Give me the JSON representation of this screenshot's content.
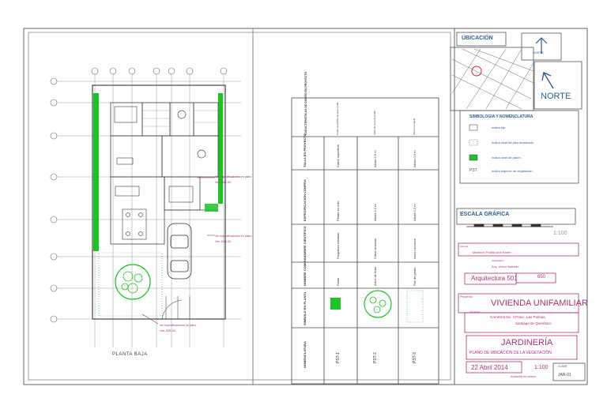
{
  "plan": {
    "title": "PLANTA BAJA",
    "callout_text": "Ver especificaciones en plano",
    "callout_ref": "Ver JAR-02"
  },
  "veg_table": {
    "headers": [
      "NOMENCLATURA",
      "SIMBOLO EN PLANTA",
      "NOMBRE COMUN",
      "NOMBRE CIENTIFICO",
      "ESPECIFICACION COMPRA",
      "TALLA EN PROYECTO",
      "CARACTERISTICAS DE DISEÑO EN PROYECTO"
    ],
    "rows": [
      {
        "code": "PST-1",
        "common": "Pasto",
        "sci": "Paspalum notatum",
        "spec": "Planta en rollo",
        "size": "Cubrir superficie",
        "design": "Cubrir superficie de area verde"
      },
      {
        "code": "PST-2",
        "common": "Arbol de fruto",
        "sci": "Citrus sinensis",
        "spec": "Altura 1.5 m",
        "size": "Altura 2.5 m",
        "design": "Arbol en zona de jardin"
      },
      {
        "code": "PST-3",
        "common": "Flor de jardin",
        "sci": "Ixora coccinea",
        "spec": "Altura 0.3 m",
        "size": "Altura 0.5 m",
        "design": "Flores en cajete"
      }
    ]
  },
  "title_block": {
    "ubicacion": "UBICACIÓN",
    "norte": "NORTE",
    "norte_small": "NORTE",
    "simbologia_title": "SIMBOLOGIA Y NOMENCLATURA",
    "legend": [
      {
        "symbol": "blank-box",
        "text": "Indica eje."
      },
      {
        "symbol": "dotted-box",
        "text": "Indica nivel de piso terminado."
      },
      {
        "symbol": "green-box",
        "text": "Indica nivel de jardín."
      },
      {
        "symbol": "code-tag",
        "code": "PST",
        "text": "Indica especie de vegetación."
      }
    ],
    "escala": "ESCALA GRÁFICA",
    "escala_unit": "1:100",
    "alumna_label": "Alumna:",
    "alumna": "Martínez Padilla Ana Karen",
    "catedratico_label": "Catedrático:",
    "catedratico": "Arq. Víctor Salcedo",
    "materia": "Arquitectura 501",
    "grupo": "650",
    "proyecto_label": "Proyecto:",
    "proyecto": "VIVIENDA UNIFAMILIAR",
    "ubicacion_label": "Ubicación:",
    "direccion_1": "Carretera No. 4 Fracc. Las Palmas,",
    "direccion_2": "Santiago de Querétaro",
    "plano_title": "JARDINERÍA",
    "plano_subtitle": "PLANO DE UBICACIÓN DE LA VEGETACIÓN",
    "fecha": "22 Abril 2014",
    "escala_plano": "1:100",
    "acot": "Acotación en metros",
    "clave_label": "CLAVE:",
    "clave": "JAR-01"
  },
  "colors": {
    "line": "#555555",
    "magenta": "#b0307a",
    "green": "#19c423",
    "blue": "#2a5d9a"
  }
}
